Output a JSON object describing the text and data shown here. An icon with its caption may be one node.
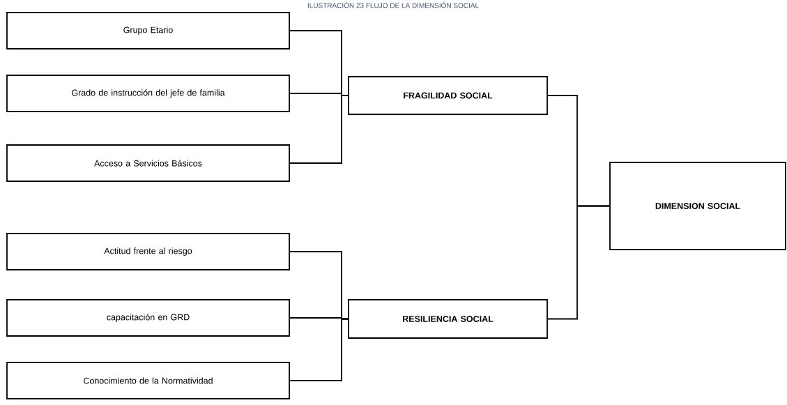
{
  "diagram": {
    "title": "ILUSTRACIÓN 23 FLUJO DE LA DIMENSIÓN SOCIAL",
    "nodes": [
      {
        "text": [
          "Grupo Etario"
        ]
      },
      {
        "text": [
          "Grado de instrucción del jefe de familia"
        ]
      },
      {
        "text": [
          "Acceso a Servicios Básicos"
        ]
      },
      {
        "text": [
          "FRAGILIDAD SOCIAL"
        ]
      },
      {
        "text": [
          "Actitud frente al riesgo"
        ]
      },
      {
        "text": [
          "capacitación en GRD"
        ]
      },
      {
        "text": [
          "Conocimiento de la Normatividad"
        ]
      },
      {
        "text": [
          "RESILIENCIA SOCIAL"
        ]
      },
      {
        "text": [
          "DIMENSION SOCIAL"
        ]
      }
    ],
    "edges": [
      {
        "from": 0,
        "to": 3,
        "arrow": "none"
      },
      {
        "from": 1,
        "to": 3,
        "arrow": "none"
      },
      {
        "from": 2,
        "to": 3,
        "arrow": "none"
      },
      {
        "from": 4,
        "to": 7,
        "arrow": "none"
      },
      {
        "from": 5,
        "to": 7,
        "arrow": "none"
      },
      {
        "from": 6,
        "to": 7,
        "arrow": "none"
      },
      {
        "from": 3,
        "to": 8,
        "arrow": "none"
      },
      {
        "from": 7,
        "to": 8,
        "arrow": "none"
      }
    ]
  }
}
